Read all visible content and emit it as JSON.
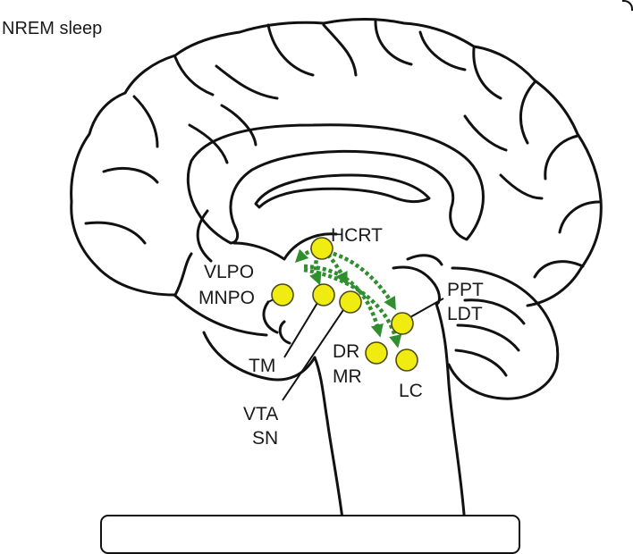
{
  "title": "NREM sleep",
  "labels": {
    "hcrt": "HCRT",
    "vlpo": "VLPO",
    "mnpo": "MNPO",
    "ppt": "PPT",
    "ldt": "LDT",
    "tm": "TM",
    "vta": "VTA",
    "sn": "SN",
    "dr": "DR",
    "mr": "MR",
    "lc": "LC"
  },
  "colors": {
    "nucleus_fill": "#f0ec12",
    "pathway_green": "#2f8f2f",
    "outline": "#111111"
  }
}
